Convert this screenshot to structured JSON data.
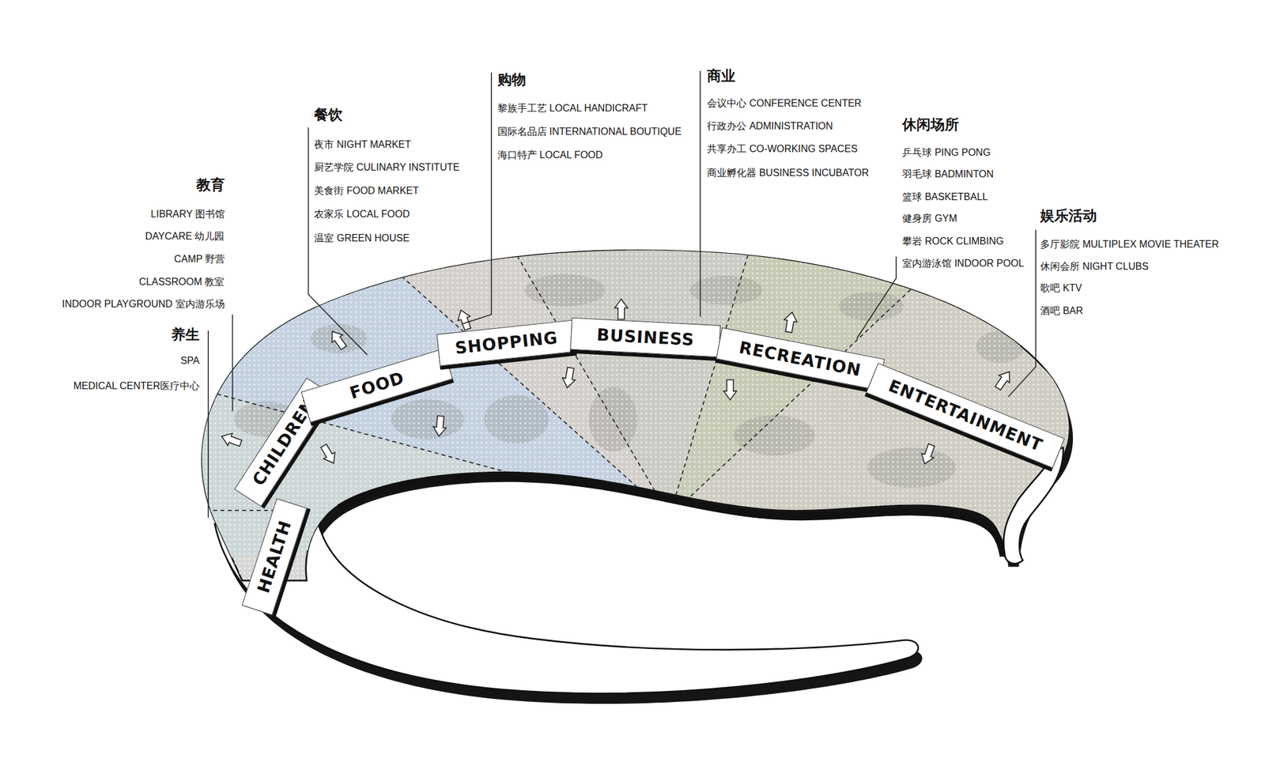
{
  "diagram": {
    "nodes": [
      {
        "text": [
          "HEALTH"
        ]
      },
      {
        "text": [
          "CHILDREN"
        ]
      },
      {
        "text": [
          "FOOD"
        ]
      },
      {
        "text": [
          "SHOPPING"
        ]
      },
      {
        "text": [
          "BUSINESS"
        ]
      },
      {
        "text": [
          "RECREATION"
        ]
      },
      {
        "text": [
          "ENTERTAINMENT"
        ]
      }
    ],
    "labels": [
      "教育",
      "LIBRARY 图书馆",
      "DAYCARE 幼儿园",
      "CAMP 野营",
      "CLASSROOM 教室",
      "INDOOR PLAYGROUND 室内游乐场",
      "养生",
      "SPA",
      "MEDICAL CENTER医疗中心",
      "餐饮",
      "夜市 NIGHT MARKET",
      "厨艺学院 CULINARY INSTITUTE",
      "美食街 FOOD MARKET",
      "农家乐 LOCAL FOOD",
      "温室 GREEN HOUSE",
      "购物",
      "黎族手工艺 LOCAL HANDICRAFT",
      "国际名品店 INTERNATIONAL BOUTIQUE",
      "海口特产 LOCAL FOOD",
      "商业",
      "会议中心 CONFERENCE CENTER",
      "行政办公 ADMINISTRATION",
      "共享办工 CO-WORKING SPACES",
      "商业孵化器 BUSINESS INCUBATOR",
      "休闲场所",
      "乒乓球 PING PONG",
      "羽毛球 BADMINTON",
      "篮球 BASKETBALL",
      "健身房 GYM",
      "攀岩 ROCK CLIMBING",
      "室内游泳馆 INDOOR POOL",
      "娱乐活动",
      "多厅影院 MULTIPLEX MOVIE THEATER",
      "休闲会所 NIGHT CLUBS",
      "歌吧 KTV",
      "酒吧 BAR"
    ]
  }
}
